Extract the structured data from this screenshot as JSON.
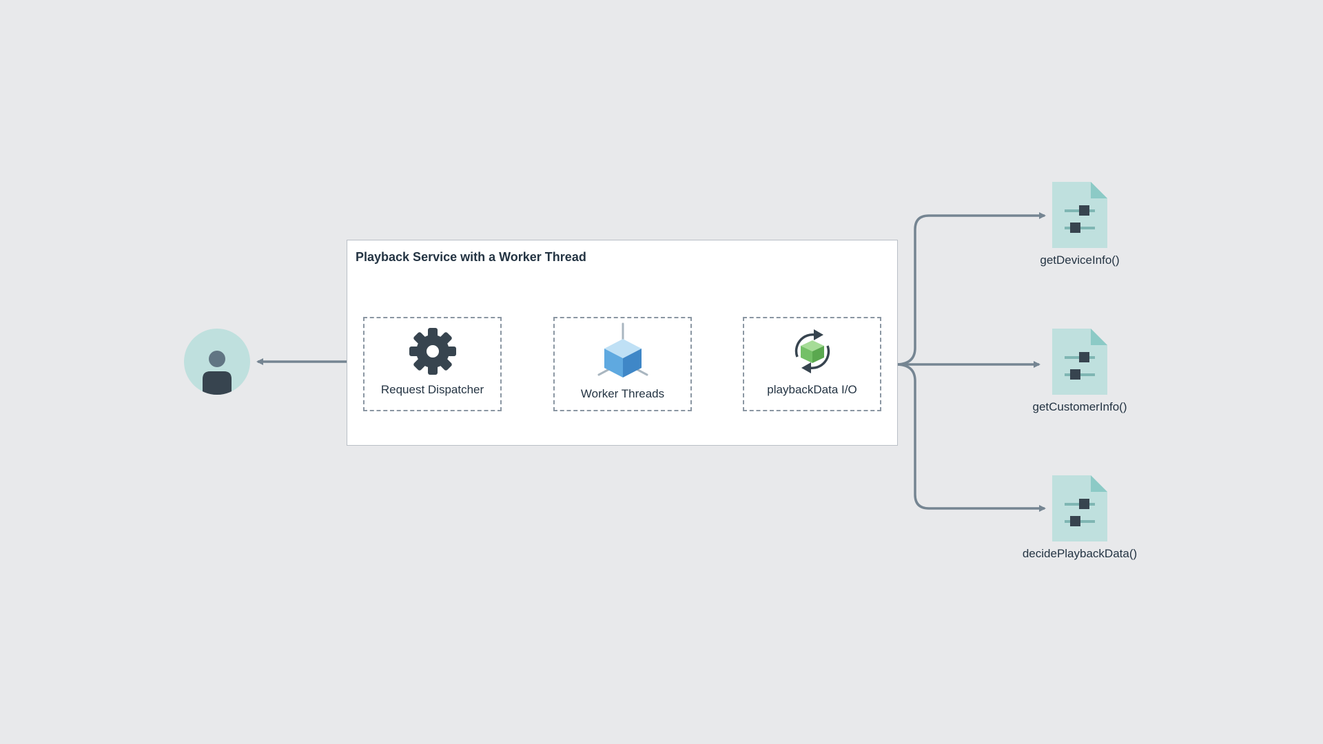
{
  "diagram": {
    "service_title": "Playback Service with a Worker Thread",
    "components": {
      "dispatcher": {
        "label": "Request Dispatcher",
        "icon": "gear-icon"
      },
      "workers": {
        "label": "Worker Threads",
        "icon": "cube-icon"
      },
      "io": {
        "label": "playbackData I/O",
        "icon": "sync-icon"
      }
    },
    "endpoints": [
      {
        "label": "getDeviceInfo()",
        "icon": "settings-document-icon"
      },
      {
        "label": "getCustomerInfo()",
        "icon": "settings-document-icon"
      },
      {
        "label": "decidePlaybackData()",
        "icon": "settings-document-icon"
      }
    ],
    "user": {
      "icon": "user-icon"
    }
  },
  "colors": {
    "background": "#e8e9eb",
    "connector": "#758592",
    "avatar_bg": "#bfe0de",
    "dark_icon": "#37444f",
    "doc_fill": "#bfe0de",
    "cube_blue": "#4a98d6",
    "cube_green": "#74c067"
  }
}
